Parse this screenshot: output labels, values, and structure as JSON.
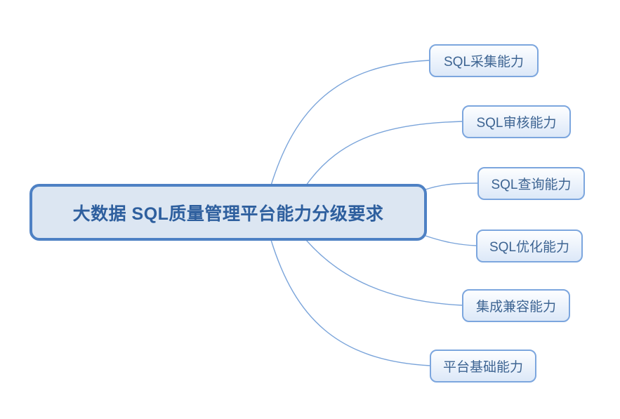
{
  "diagram": {
    "type": "mindmap",
    "root": {
      "label": "大数据 SQL质量管理平台能力分级要求"
    },
    "branches": [
      {
        "label": "SQL采集能力"
      },
      {
        "label": "SQL审核能力"
      },
      {
        "label": "SQL查询能力"
      },
      {
        "label": "SQL优化能力"
      },
      {
        "label": "集成兼容能力"
      },
      {
        "label": "平台基础能力"
      }
    ],
    "colors": {
      "background": "#ffffff",
      "root_border": "#4e81c4",
      "root_fill": "#dce6f2",
      "root_text": "#2e5f9e",
      "branch_border": "#7ca6de",
      "branch_fill_top": "#fdfeff",
      "branch_fill_bottom": "#dce8f8",
      "branch_text": "#3d6492",
      "connector": "#7aa4da"
    }
  }
}
